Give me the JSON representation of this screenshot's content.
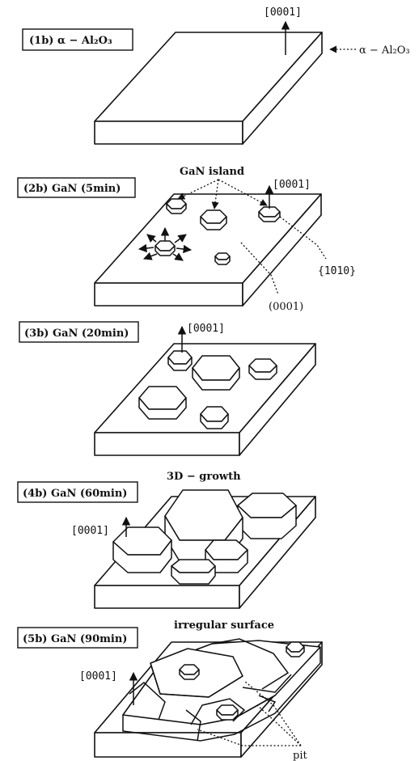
{
  "panels": [
    {
      "label": "(1b) α − Al₂O₃",
      "annotations": [
        "[0001]",
        "α − Al₂O₃"
      ]
    },
    {
      "label": "(2b) GaN (5min)",
      "annotations": [
        "GaN island",
        "[0001]",
        "{1̄010}",
        "(0001)"
      ]
    },
    {
      "label": "(3b) GaN (20min)",
      "annotations": [
        "[0001]"
      ]
    },
    {
      "label": "(4b) GaN (60min)",
      "annotations": [
        "3D − growth",
        "[0001]"
      ]
    },
    {
      "label": "(5b) GaN (90min)",
      "annotations": [
        "irregular surface",
        "[0001]",
        "pit"
      ]
    }
  ]
}
